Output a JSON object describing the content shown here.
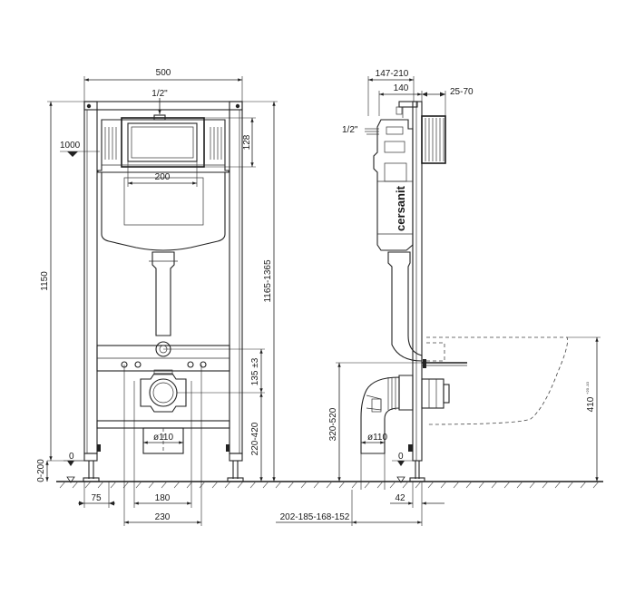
{
  "front_view": {
    "width_label": "500",
    "pipe_thread_label": "1/2\"",
    "level_1000_label": "1000",
    "button_height_label": "128",
    "button_width_label": "200",
    "height_label": "1150",
    "adjust_height_label": "1165-1365",
    "outlet_offset_label": "135 ±3",
    "outlet_height_label": "220-420",
    "pipe_diameter_label": "ø110",
    "zero_label": "0",
    "foot_adjust_label": "0-200",
    "foot_width_label": "75",
    "bolt_spacing_180_label": "180",
    "bolt_spacing_230_label": "230"
  },
  "side_view": {
    "depth_range_label": "147-210",
    "depth_label": "140",
    "wall_range_label": "25-70",
    "pipe_thread_label": "1/2\"",
    "brand_label": "cersanit",
    "outlet_height_label": "320-520",
    "pipe_diameter_label": "ø110",
    "zero_label": "0",
    "offset_42_label": "42",
    "bowl_height_label": "410",
    "bowl_height_tolerance": "+20 -10",
    "projection_label": "202-185-168-152"
  }
}
